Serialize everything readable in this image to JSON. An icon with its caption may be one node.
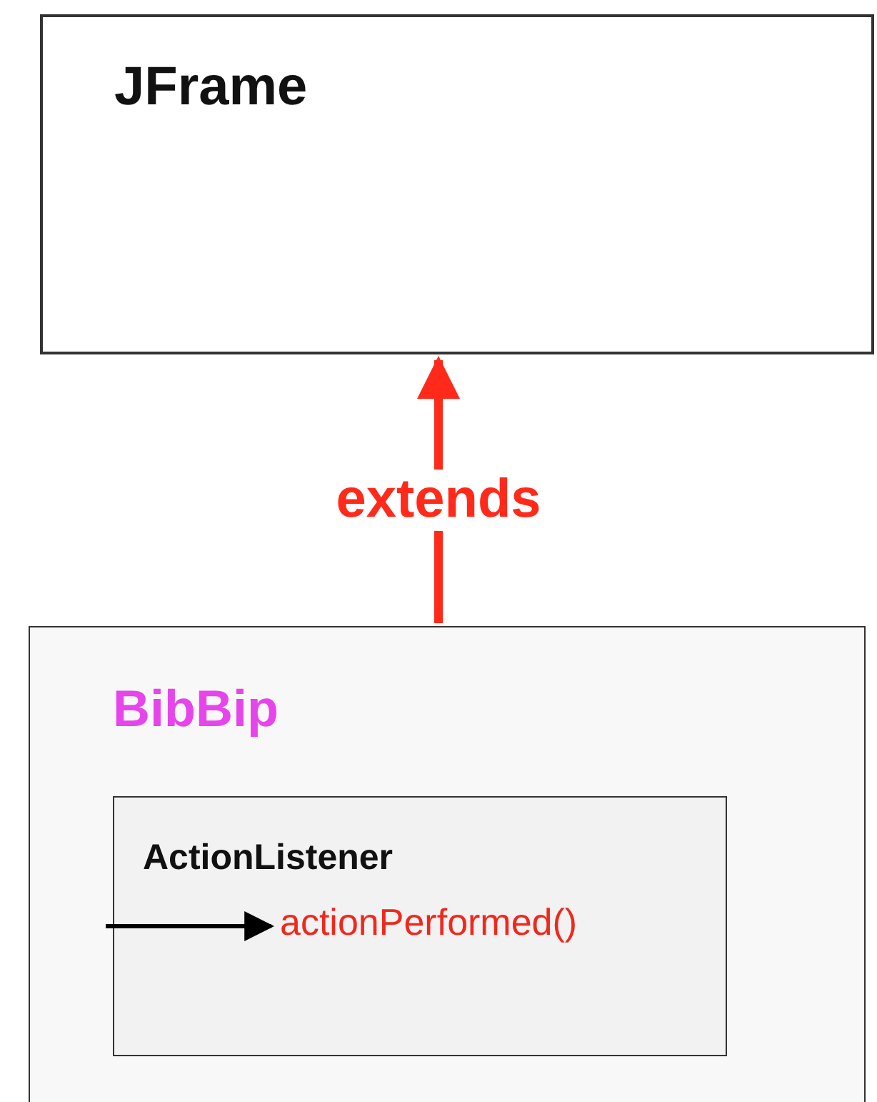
{
  "diagram": {
    "nodes": [
      {
        "text": [
          "JFrame"
        ]
      },
      {
        "text": [
          "BibBip"
        ]
      },
      {
        "text": [
          "ActionListener"
        ],
        "in": 1
      },
      {
        "text": [
          "actionPerformed()"
        ],
        "in": 2
      }
    ],
    "edges": [
      {
        "from": 1,
        "to": 0,
        "arrow": "to",
        "label": "extends",
        "style": "thick",
        "color": "#ff2a1a"
      },
      {
        "from": null,
        "to": 3,
        "arrow": "to",
        "color": "#000000"
      }
    ]
  }
}
